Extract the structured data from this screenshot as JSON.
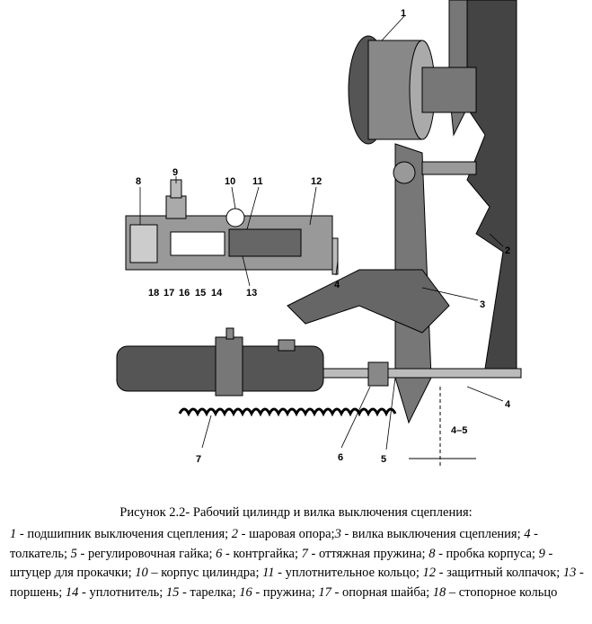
{
  "figure": {
    "callouts": [
      "1",
      "2",
      "3",
      "4",
      "4",
      "4–5",
      "5",
      "6",
      "7",
      "8",
      "9",
      "10",
      "11",
      "12",
      "13",
      "14",
      "15",
      "16",
      "17",
      "18"
    ]
  },
  "caption": "Рисунок 2.2- Рабочий цилиндр и вилка выключения сцепления:",
  "legend": [
    {
      "num": "1",
      "text": " - подшипник выключения сцепления; "
    },
    {
      "num": "2",
      "text": " - шаровая опора;"
    },
    {
      "num": "3",
      "text": " - вилка выключения сцепления; "
    },
    {
      "num": "4",
      "text": " - толкатель; "
    },
    {
      "num": "5",
      "text": " - регулировочная гайка; "
    },
    {
      "num": "6",
      "text": " - контргайка; "
    },
    {
      "num": "7",
      "text": " - оттяжная пружина; "
    },
    {
      "num": "8",
      "text": " - пробка корпуса; "
    },
    {
      "num": "9",
      "text": " - штуцер для прокачки; "
    },
    {
      "num": "10",
      "text": " – корпус цилиндра; "
    },
    {
      "num": "11",
      "text": " - уплотнительное кольцо; "
    },
    {
      "num": "12",
      "text": " - защитный колпачок; "
    },
    {
      "num": "13",
      "text": " - поршень; "
    },
    {
      "num": "14",
      "text": " - уплотнитель; "
    },
    {
      "num": "15",
      "text": " - тарелка; "
    },
    {
      "num": "16",
      "text": " - пружина; "
    },
    {
      "num": "17",
      "text": " - опорная шайба; "
    },
    {
      "num": "18",
      "text": " – стопорное кольцо"
    }
  ]
}
